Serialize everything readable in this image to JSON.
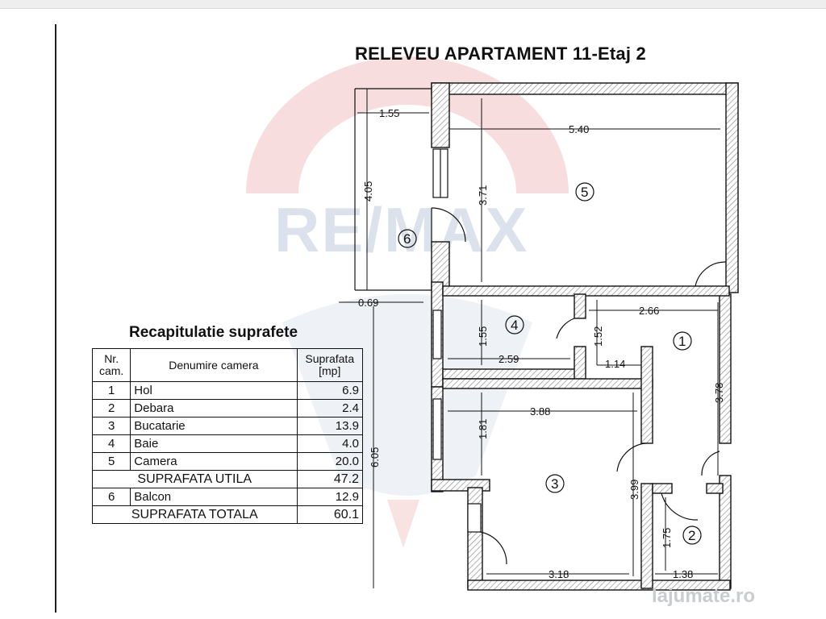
{
  "title": "RELEVEU APARTAMENT 11-Etaj 2",
  "watermark": "RE/MAX",
  "corner_watermark": "lajumate.ro",
  "plan": {
    "rooms": [
      "1",
      "2",
      "3",
      "4",
      "5",
      "6"
    ],
    "dimensions": [
      "1.55",
      "4.05",
      "5.40",
      "3.71",
      "0.69",
      "2.66",
      "1.55",
      "1.52",
      "2.59",
      "1.14",
      "3.78",
      "3.88",
      "1.81",
      "3.99",
      "6.05",
      "1.75",
      "1.38",
      "3.18"
    ]
  },
  "summary": {
    "title": "Recapitulatie suprafete",
    "headers": {
      "nr": "Nr. cam.",
      "name": "Denumire camera",
      "area": "Suprafata [mp]"
    },
    "rows": [
      {
        "nr": "1",
        "name": "Hol",
        "area": "6.9"
      },
      {
        "nr": "2",
        "name": "Debara",
        "area": "2.4"
      },
      {
        "nr": "3",
        "name": "Bucatarie",
        "area": "13.9"
      },
      {
        "nr": "4",
        "name": "Baie",
        "area": "4.0"
      },
      {
        "nr": "5",
        "name": "Camera",
        "area": "20.0"
      }
    ],
    "util_label": "SUPRAFATA UTILA",
    "util_value": "47.2",
    "balcony": {
      "nr": "6",
      "name": "Balcon",
      "area": "12.9"
    },
    "total_label": "SUPRAFATA TOTALA",
    "total_value": "60.1"
  },
  "colors": {
    "wall_hatch": "#bbbbbb",
    "watermark_red": "#f1c6c6",
    "watermark_blue": "#dbe1ea"
  }
}
